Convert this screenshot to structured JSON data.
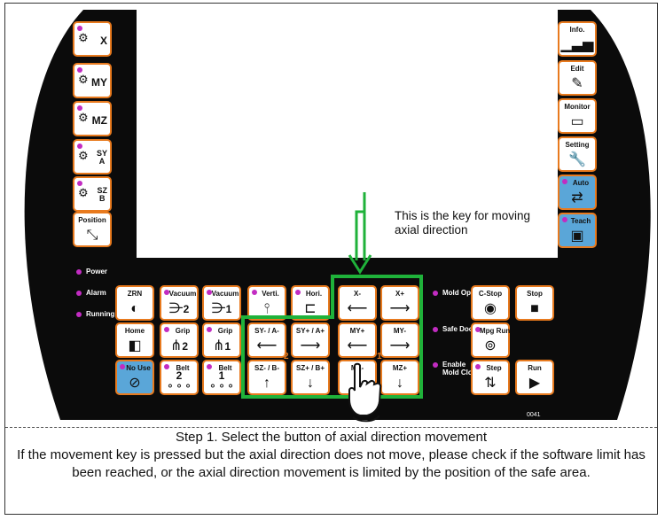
{
  "left_column": [
    {
      "label": "X",
      "icon": "handwheel-icon"
    },
    {
      "label": "MY",
      "icon": "handwheel-icon"
    },
    {
      "label": "MZ",
      "icon": "handwheel-icon"
    },
    {
      "label": "SY\nA",
      "icon": "handwheel-icon"
    },
    {
      "label": "SZ\nB",
      "icon": "handwheel-icon"
    },
    {
      "label": "Position",
      "icon": "axes-icon"
    }
  ],
  "right_column": [
    {
      "label": "Info.",
      "icon": "bar-chart-icon"
    },
    {
      "label": "Edit",
      "icon": "edit-gear-icon"
    },
    {
      "label": "Monitor",
      "icon": "monitor-icon"
    },
    {
      "label": "Setting",
      "icon": "wrench-icon"
    },
    {
      "label": "Auto",
      "icon": "auto-cycle-icon"
    },
    {
      "label": "Teach",
      "icon": "teach-pendant-icon"
    }
  ],
  "indicators": {
    "power": "Power",
    "alarm": "Alarm",
    "running": "Running"
  },
  "keys": {
    "zrn": "ZRN",
    "home": "Home",
    "no_use": "No Use",
    "vacuum_2": "Vacuum",
    "vacuum_2_num": "2",
    "vacuum_1": "Vacuum",
    "vacuum_1_num": "1",
    "grip_2": "Grip",
    "grip_2_num": "2",
    "grip_1": "Grip",
    "grip_1_num": "1",
    "belt_2": "Belt",
    "belt_2_num": "2",
    "belt_1": "Belt",
    "belt_1_num": "1",
    "verti": "Verti.",
    "hori": "Hori.",
    "x_minus": "X-",
    "x_plus": "X+",
    "sy_minus": "SY- / A-",
    "sy_plus": "SY+ / A+",
    "my_plus": "MY+",
    "my_minus": "MY-",
    "sz_minus": "SZ- / B-",
    "sz_plus": "SZ+ / B+",
    "mz_minus": "MZ-",
    "mz_plus": "MZ+",
    "mold_open": "Mold Open",
    "safe_door": "Safe Door",
    "enable_mold_close": "Enable\nMold Close",
    "c_stop": "C-Stop",
    "mpg_run": "Mpg Run",
    "step": "Step",
    "stop": "Stop",
    "run": "Run"
  },
  "group_labels": {
    "left": "2",
    "right": "1"
  },
  "panel_code": "0041",
  "annotation": "This is the key for moving axial direction",
  "caption": {
    "title": "Step 1. Select the button of axial direction movement",
    "body": "If the movement key is pressed but the axial direction does not move, please check if the software limit has been reached, or the axial direction movement is limited by the position of the safe area."
  },
  "colors": {
    "panel": "#0b0b0b",
    "key_border": "#e87a1e",
    "led": "#c22cc2",
    "highlight": "#1fb23a",
    "blue_key": "#5aa6d8"
  }
}
